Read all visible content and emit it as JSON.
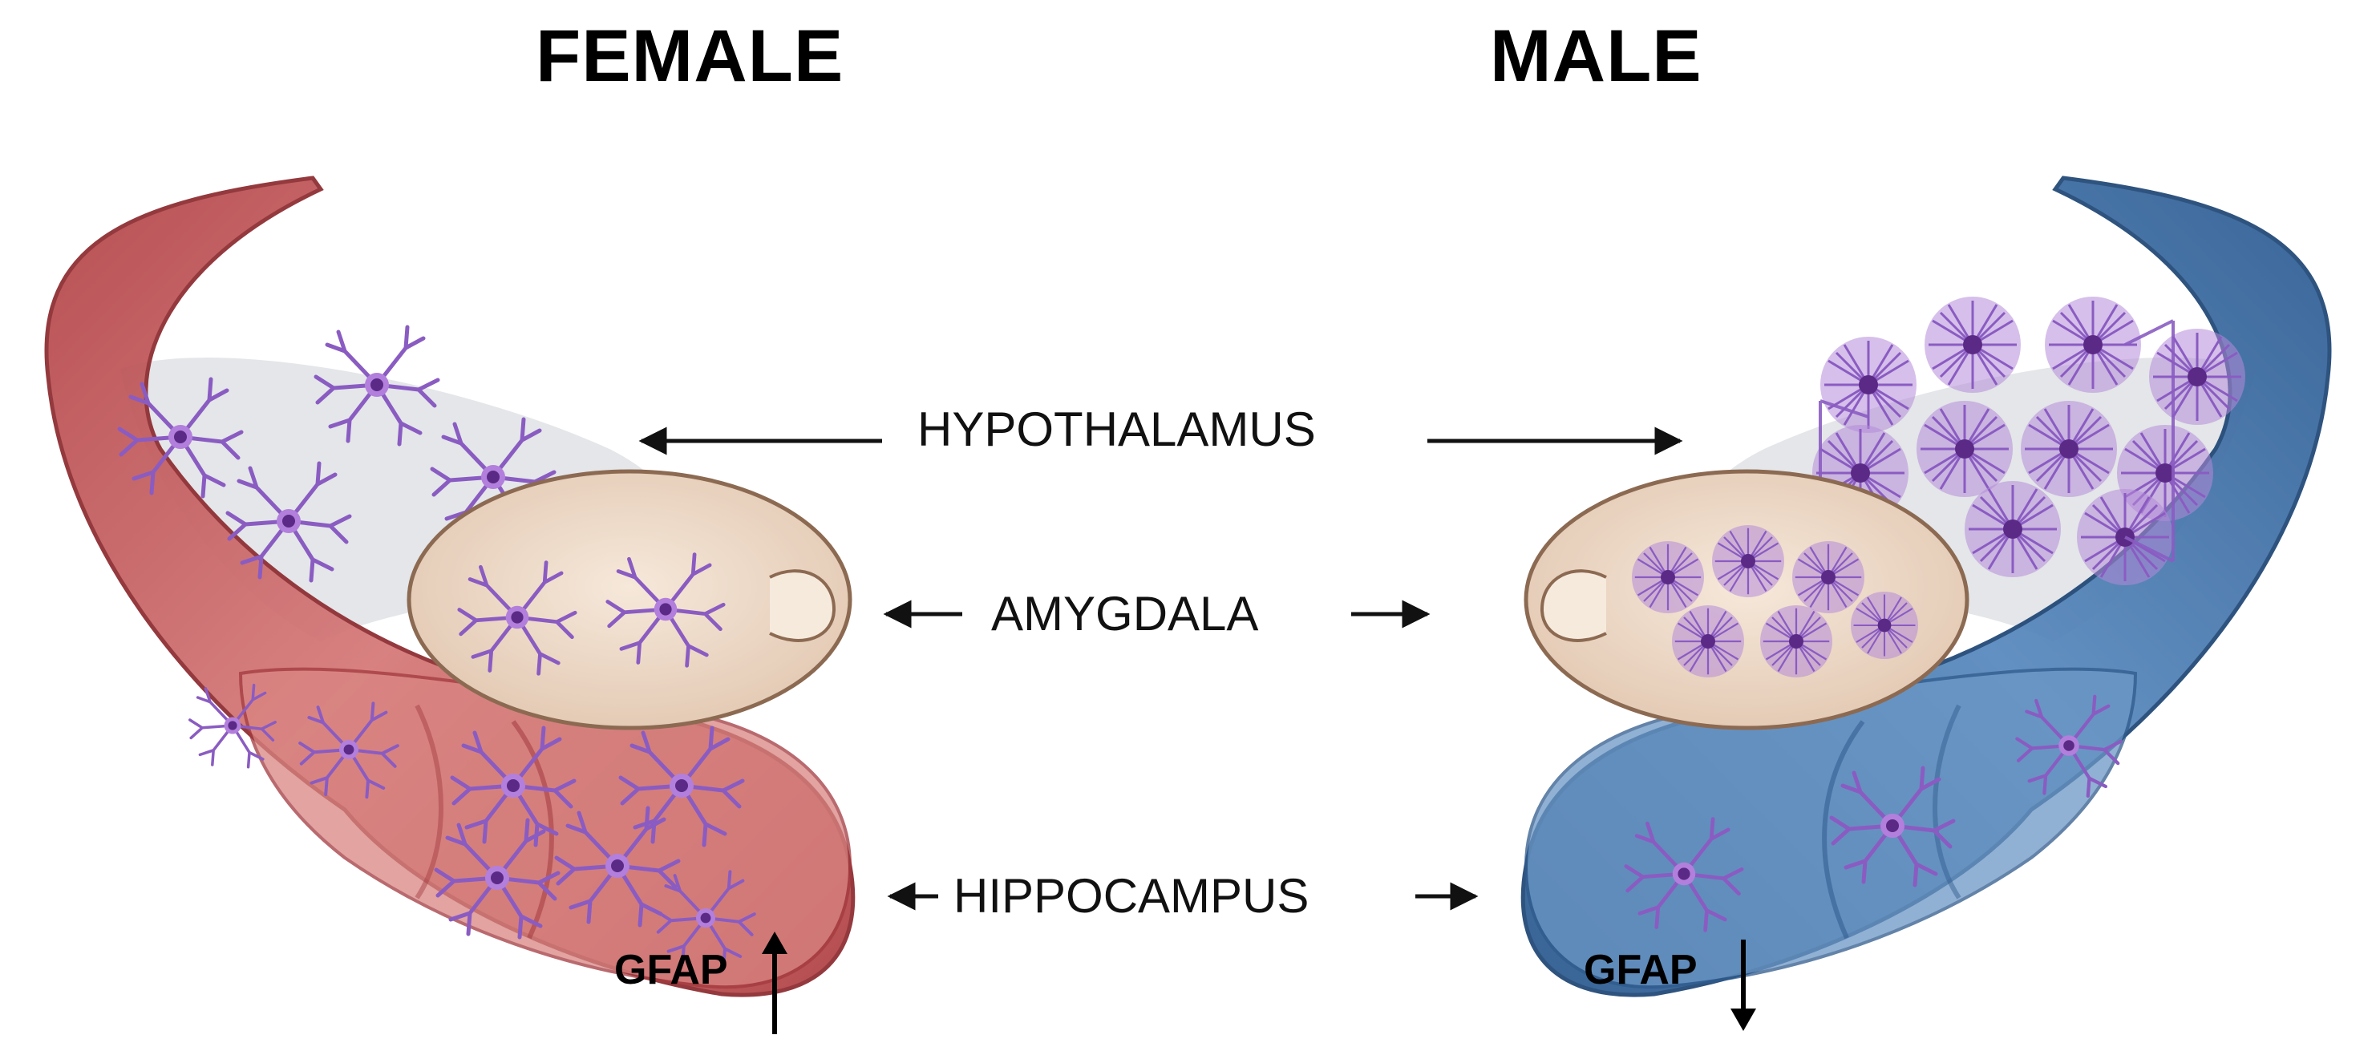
{
  "headings": {
    "female": "FEMALE",
    "male": "MALE"
  },
  "regions": {
    "hypothalamus": "HYPOTHALAMUS",
    "amygdala": "AMYGDALA",
    "hippocampus": "HIPPOCAMPUS"
  },
  "markers": {
    "female": "GFAP",
    "female_direction": "up",
    "male": "GFAP",
    "male_direction": "down"
  },
  "colors": {
    "female_brain": "#c8585a",
    "male_brain": "#3f6fa3",
    "amygdala_fill": "#efdccb",
    "astrocyte": "#8a5cc2",
    "astrocyte_nucleus": "#5b2a86"
  },
  "icons": [
    "astrocyte-icon",
    "arrow-left-icon",
    "arrow-right-icon",
    "arrow-up-icon",
    "arrow-down-icon"
  ]
}
